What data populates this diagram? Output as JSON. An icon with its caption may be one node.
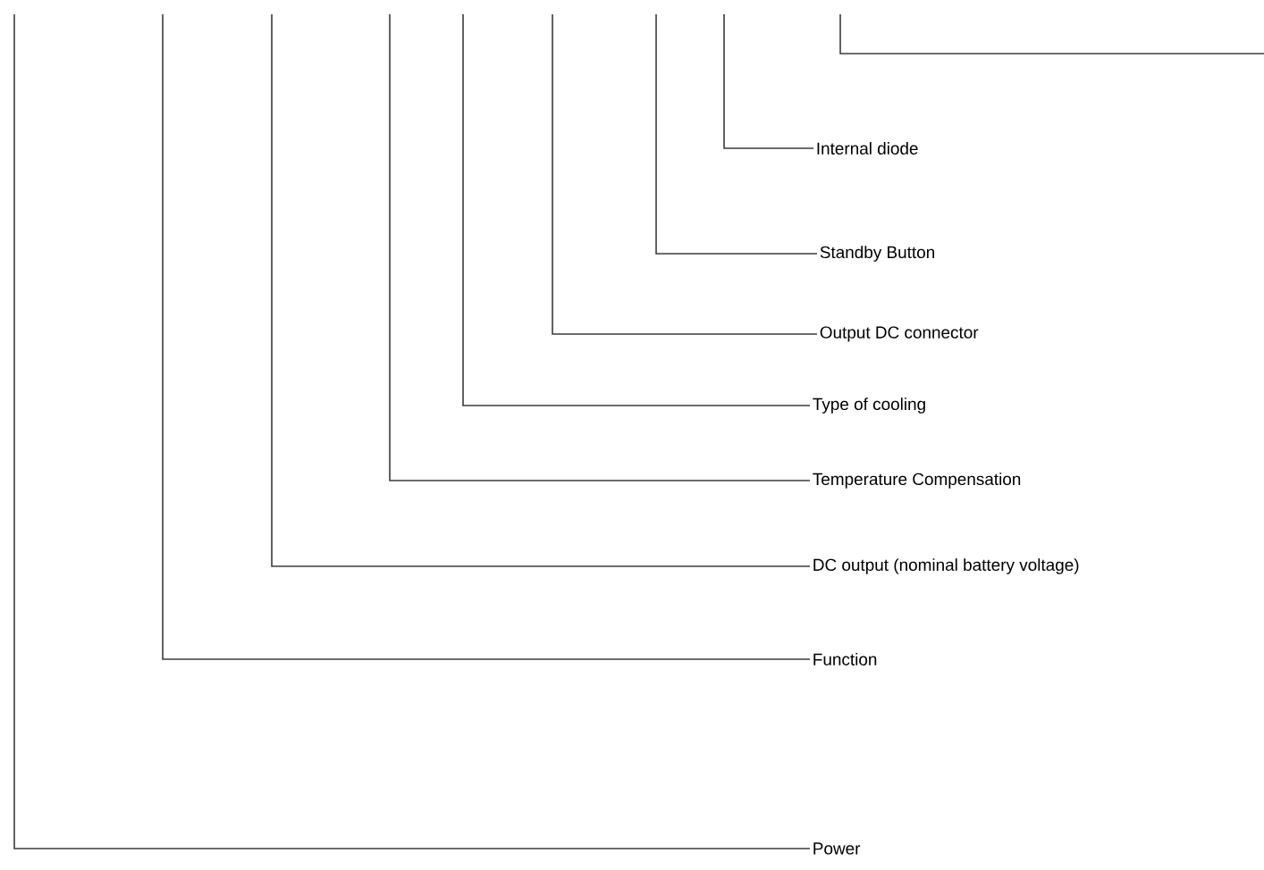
{
  "diagram": {
    "nodes": [
      {
        "text": [
          "Internal diode"
        ]
      },
      {
        "text": [
          "Standby Button"
        ]
      },
      {
        "text": [
          "Output DC connector"
        ]
      },
      {
        "text": [
          "Type of cooling"
        ]
      },
      {
        "text": [
          "Temperature Compensation"
        ]
      },
      {
        "text": [
          "DC output (nominal battery voltage)"
        ]
      },
      {
        "text": [
          "Function"
        ]
      },
      {
        "text": [
          "Power"
        ]
      }
    ],
    "edges": [
      {
        "from": null,
        "to": 0,
        "arrow": "none"
      },
      {
        "from": null,
        "to": 1,
        "arrow": "none"
      },
      {
        "from": null,
        "to": 2,
        "arrow": "none"
      },
      {
        "from": null,
        "to": 3,
        "arrow": "none"
      },
      {
        "from": null,
        "to": 4,
        "arrow": "none"
      },
      {
        "from": null,
        "to": 5,
        "arrow": "none"
      },
      {
        "from": null,
        "to": 6,
        "arrow": "none"
      },
      {
        "from": null,
        "to": 7,
        "arrow": "none"
      }
    ]
  }
}
